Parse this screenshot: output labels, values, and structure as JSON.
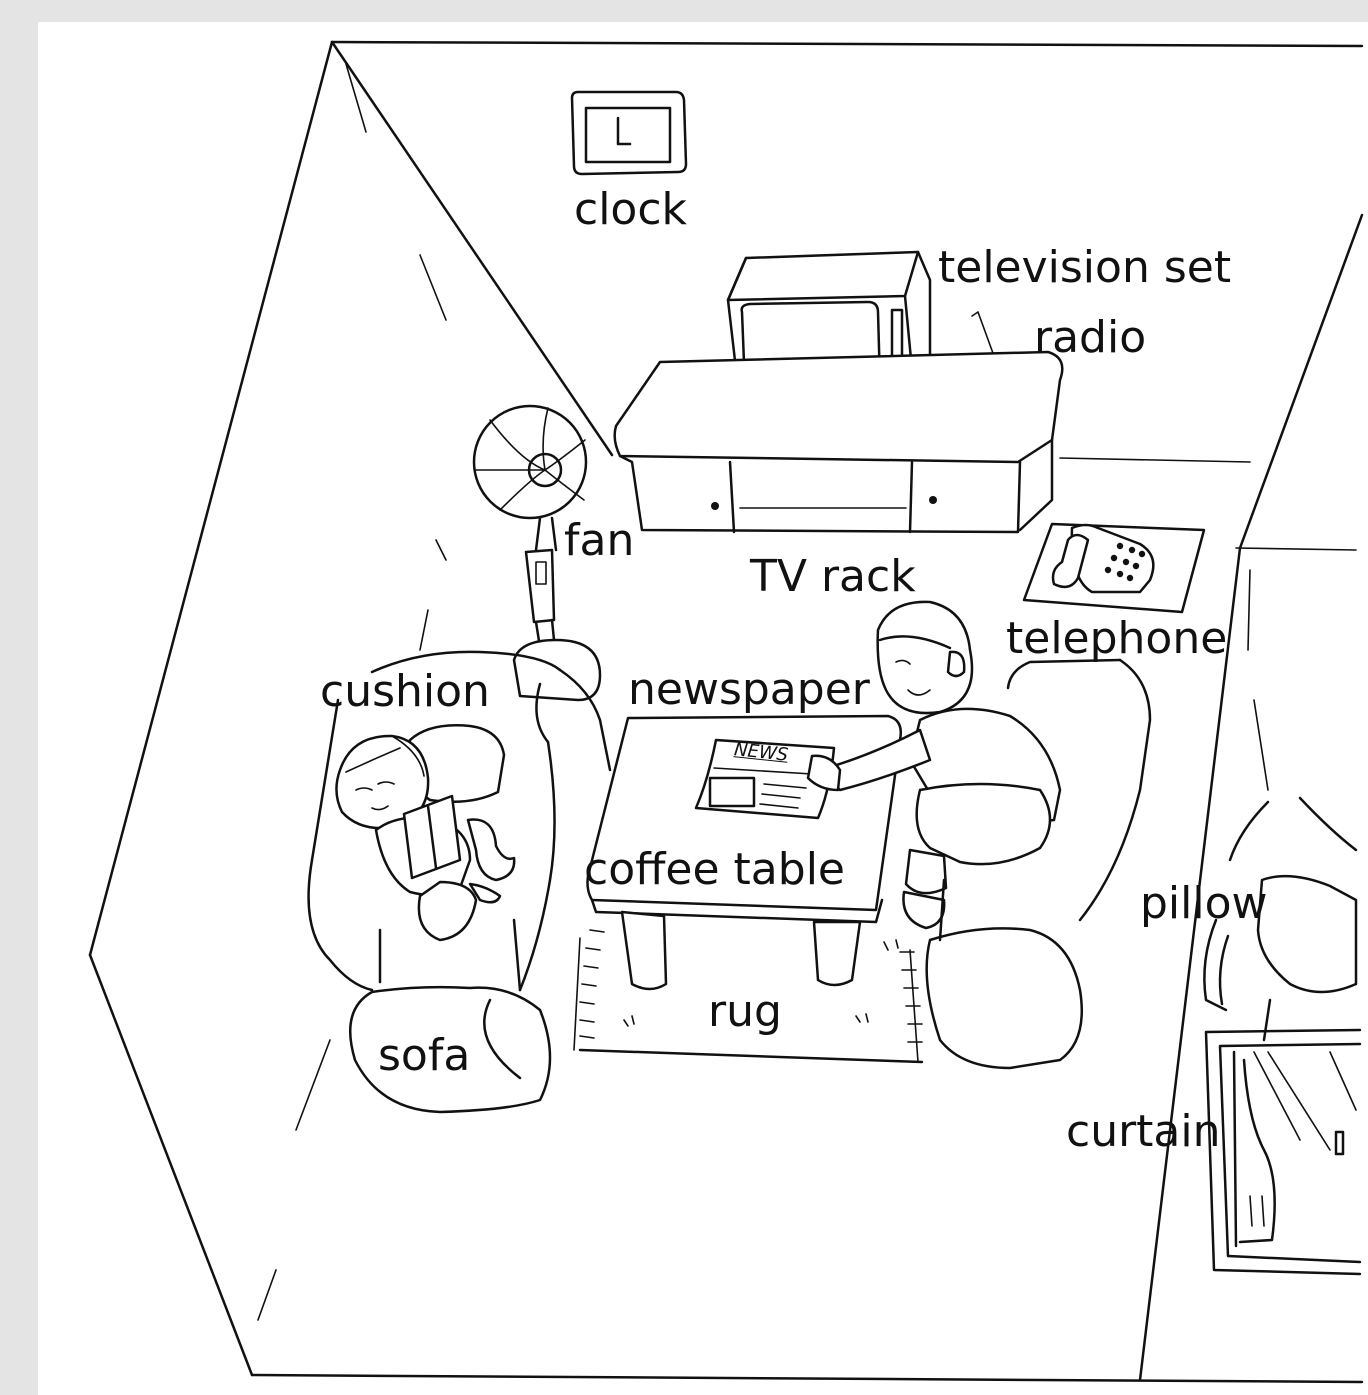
{
  "labels": {
    "clock": "clock",
    "television_set": "television set",
    "radio": "radio",
    "fan": "fan",
    "tv_rack": "TV rack",
    "telephone": "telephone",
    "cushion": "cushion",
    "newspaper": "newspaper",
    "coffee_table": "coffee table",
    "pillow": "pillow",
    "rug": "rug",
    "sofa": "sofa",
    "curtain": "curtain",
    "news_print": "NEWS"
  },
  "colors": {
    "ink": "#111111",
    "paper": "#ffffff",
    "border_tint": "#d9d9d9"
  }
}
